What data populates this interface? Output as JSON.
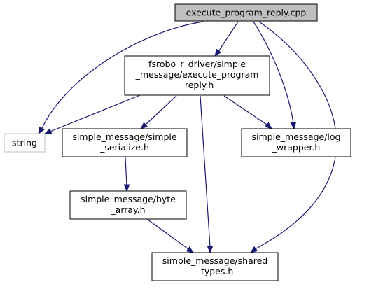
{
  "colors": {
    "edge": "#191970",
    "node_border": "#000000",
    "external_border": "#bfbfbf",
    "root_fill": "#bfbfbf",
    "node_fill": "#ffffff",
    "text": "#000000"
  },
  "nodes": {
    "execute_program_reply_cpp": {
      "lines": [
        "execute_program_reply.cpp"
      ]
    },
    "execute_program_reply_h": {
      "lines": [
        "fsrobo_r_driver/simple",
        "_message/execute_program",
        "_reply.h"
      ]
    },
    "string": {
      "lines": [
        "string"
      ]
    },
    "simple_serialize_h": {
      "lines": [
        "simple_message/simple",
        "_serialize.h"
      ]
    },
    "log_wrapper_h": {
      "lines": [
        "simple_message/log",
        "_wrapper.h"
      ]
    },
    "byte_array_h": {
      "lines": [
        "simple_message/byte",
        "_array.h"
      ]
    },
    "shared_types_h": {
      "lines": [
        "simple_message/shared",
        "_types.h"
      ]
    }
  },
  "edges": [
    {
      "from": "execute_program_reply_cpp",
      "to": "execute_program_reply_h"
    },
    {
      "from": "execute_program_reply_cpp",
      "to": "string"
    },
    {
      "from": "execute_program_reply_cpp",
      "to": "log_wrapper_h"
    },
    {
      "from": "execute_program_reply_cpp",
      "to": "shared_types_h"
    },
    {
      "from": "execute_program_reply_h",
      "to": "string"
    },
    {
      "from": "execute_program_reply_h",
      "to": "simple_serialize_h"
    },
    {
      "from": "execute_program_reply_h",
      "to": "log_wrapper_h"
    },
    {
      "from": "execute_program_reply_h",
      "to": "shared_types_h"
    },
    {
      "from": "simple_serialize_h",
      "to": "byte_array_h"
    },
    {
      "from": "byte_array_h",
      "to": "shared_types_h"
    }
  ]
}
